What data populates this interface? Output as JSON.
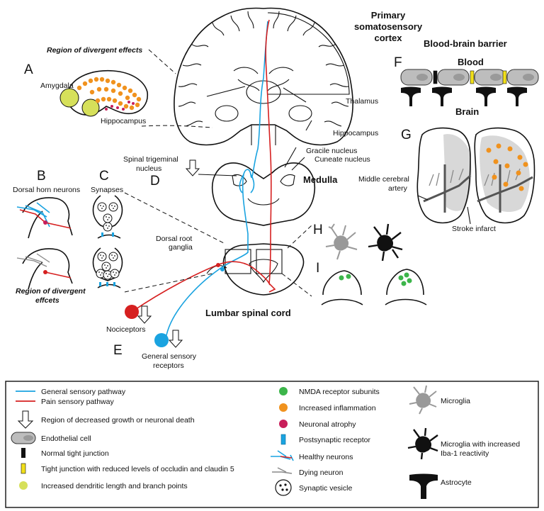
{
  "labels": {
    "primary_cortex": [
      "Primary",
      "somatosensory",
      "cortex"
    ],
    "region_divergent_top": "Region of divergent effects",
    "amygdala": "Amygdala",
    "hippocampus_left": "Hippocampus",
    "thalamus": "Thalamus",
    "hippocampus_right": "Hippocampus",
    "spinal_trigeminal": [
      "Spinal trigeminal",
      "nucleus"
    ],
    "gracile": "Gracile nucleus",
    "cuneate": "Cuneate nucleus",
    "medulla": "Medulla",
    "dorsal_horn": "Dorsal horn neurons",
    "synapses": "Synapses",
    "dorsal_root": [
      "Dorsal root",
      "ganglia"
    ],
    "region_divergent_bottom": [
      "Region of divergent",
      "effcets"
    ],
    "lumbar": "Lumbar spinal cord",
    "nociceptors": "Nociceptors",
    "general_receptors": [
      "General sensory",
      "receptors"
    ],
    "bbb_title": "Blood-brain barrier",
    "blood": "Blood",
    "brain": "Brain",
    "mca": [
      "Middle cerebral",
      "artery"
    ],
    "stroke": "Stroke infarct"
  },
  "panel_letters": [
    "A",
    "B",
    "C",
    "D",
    "E",
    "F",
    "G",
    "H",
    "I"
  ],
  "legend": {
    "col1": [
      {
        "icon": "blue-line-icon",
        "text": "General sensory pathway"
      },
      {
        "icon": "red-line-icon",
        "text": "Pain sensory pathway"
      },
      {
        "icon": "down-arrow-icon",
        "text": "Region of decreased growth or neuronal death"
      },
      {
        "icon": "endothelial-cell-icon",
        "text": "Endothelial cell"
      },
      {
        "icon": "normal-junction-icon",
        "text": "Normal tight junction"
      },
      {
        "icon": "reduced-junction-icon",
        "text": "Tight junction with reduced levels of occludin and claudin 5"
      },
      {
        "icon": "dendrite-dot-icon",
        "text": "Increased dendritic length and branch points"
      }
    ],
    "col2": [
      {
        "icon": "nmda-dot-icon",
        "text": "NMDA receptor subunits"
      },
      {
        "icon": "inflammation-dot-icon",
        "text": "Increased inflammation"
      },
      {
        "icon": "atrophy-dot-icon",
        "text": "Neuronal atrophy"
      },
      {
        "icon": "postsynaptic-receptor-icon",
        "text": "Postsynaptic receptor"
      },
      {
        "icon": "healthy-neuron-icon",
        "text": "Healthy neurons"
      },
      {
        "icon": "dying-neuron-icon",
        "text": "Dying neuron"
      },
      {
        "icon": "synaptic-vesicle-icon",
        "text": "Synaptic vesicle"
      }
    ],
    "col3": [
      {
        "icon": "microglia-icon",
        "text": [
          "Microglia"
        ]
      },
      {
        "icon": "reactive-microglia-icon",
        "text": [
          "Microglia with increased",
          "Iba-1 reactivity"
        ]
      },
      {
        "icon": "astrocyte-icon",
        "text": [
          "Astrocyte"
        ]
      }
    ]
  },
  "colors": {
    "general_pathway": "#1aa3e0",
    "pain_pathway": "#d62020",
    "inflammation": "#f0921e",
    "nmda": "#3cb54a",
    "atrophy": "#c81e5a",
    "dendrite": "#d6e05a",
    "tight_reduced": "#f2e01a"
  }
}
